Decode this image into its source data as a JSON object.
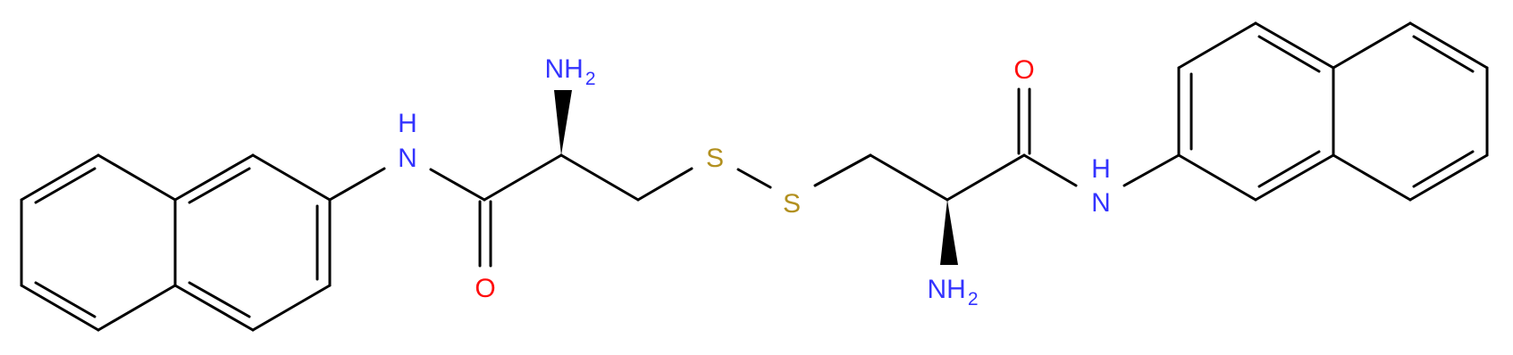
{
  "colors": {
    "bond": "#000000",
    "nitrogen": "#3333ff",
    "oxygen": "#ff0d0d",
    "sulfur": "#b2901f",
    "background": "#ffffff"
  },
  "labels": {
    "amine_left": {
      "main": "NH",
      "subscript": "2"
    },
    "amide_n_left": {
      "top": "H",
      "bottom": "N"
    },
    "carbonyl_o_left": "O",
    "sulfur_a": "S",
    "sulfur_b": "S",
    "carbonyl_o_right": "O",
    "amide_n_right": {
      "top": "H",
      "bottom": "N"
    },
    "amine_right": {
      "main": "NH",
      "subscript": "2"
    }
  }
}
